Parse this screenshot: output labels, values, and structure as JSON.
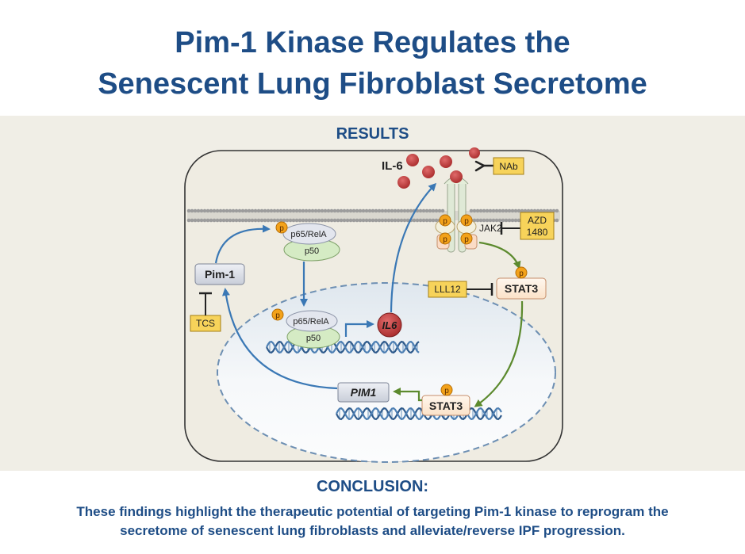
{
  "title": {
    "line1": "Pim-1 Kinase Regulates the",
    "line2": "Senescent Lung Fibroblast Secretome"
  },
  "results_label": "RESULTS",
  "diagram": {
    "il6_label": "IL-6",
    "nab": "NAb",
    "azd_line1": "AZD",
    "azd_line2": "1480",
    "jak2": "JAK2",
    "phospho": "p",
    "stat3_cyto": "STAT3",
    "lll12": "LLL12",
    "stat3_nuc": "STAT3",
    "pim1_protein": "Pim-1",
    "tcs": "TCS",
    "p65_cyto": "p65/RelA",
    "p50_cyto": "p50",
    "p65_nuc": "p65/RelA",
    "p50_nuc": "p50",
    "il6_gene": "IL6",
    "pim1_gene": "PIM1"
  },
  "conclusion": {
    "title": "CONCLUSION:",
    "line1": "These findings highlight the therapeutic potential of targeting Pim-1 kinase to reprogram the",
    "line2": "secretome of senescent lung fibroblasts and alleviate/reverse IPF progression."
  },
  "colors": {
    "title_blue": "#1e4d86",
    "arrow_blue": "#3a78b5",
    "arrow_green": "#5c8a2e",
    "inhibitor_yellow": "#f7d35a",
    "phospho_orange": "#f3a21a",
    "il6_red": "#b33434",
    "p50_green": "#d5ebc4"
  }
}
